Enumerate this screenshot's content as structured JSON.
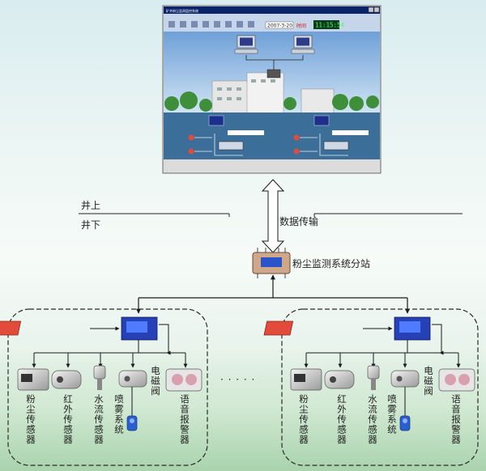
{
  "monitor": {
    "window_title": "矿井粉尘监测监控系统",
    "date_text": "2007-3-20",
    "clock_text": "11:15:54",
    "screen_label": "时间"
  },
  "labels": {
    "surface": "井上",
    "underground": "井下",
    "data_transmission": "数据传输",
    "substation": "粉尘监测系统分站",
    "ellipsis": "· · · · ·"
  },
  "sensors": [
    {
      "name": "粉尘传感器"
    },
    {
      "name": "红外传感器"
    },
    {
      "name": "水流传感器"
    },
    {
      "name": "喷雾系统"
    },
    {
      "name": "电磁阀"
    },
    {
      "name": "语音报警器"
    }
  ],
  "colors": {
    "line": "#1a1a1a",
    "dashed_box": "#2a2a2a",
    "monitor_blue": "#1c2f8c",
    "alarm_red": "#e24a3a"
  }
}
